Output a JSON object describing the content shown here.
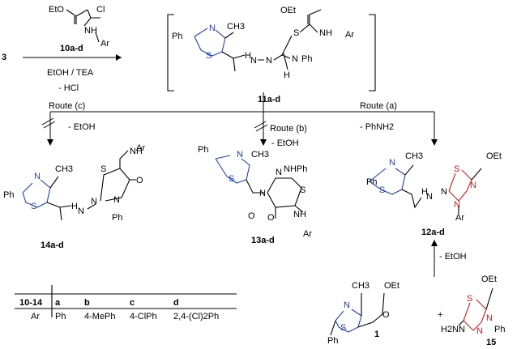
{
  "top": {
    "start_label": "3",
    "reagent_label": "10a-d",
    "conditions_1": "EtOH / TEA",
    "conditions_2": "- HCl",
    "r_ester": "EtO",
    "r_cl": "Cl",
    "r_nh": "NH",
    "r_ar": "Ar"
  },
  "intermediate": {
    "label": "11a-d",
    "ph": "Ph",
    "ch3": "CH3",
    "n": "N",
    "s": "S",
    "h1": "H",
    "n1": "N",
    "n2": "N",
    "s2": "S",
    "oet": "OEt",
    "nh": "NH",
    "ar": "Ar",
    "nph": "N",
    "phh": "Ph",
    "hh": "H"
  },
  "routes": {
    "a": "Route (a)",
    "a_cond": "- PhNH2",
    "b": "Route (b)",
    "b_cond": "- EtOH",
    "c": "Route (c)",
    "c_cond": "- EtOH"
  },
  "products": {
    "p14": "14a-d",
    "p13": "13a-d",
    "p12": "12a-d",
    "p1": "1",
    "p15": "15",
    "p12_cond": "- EtOH",
    "plus": "+",
    "ph": "Ph",
    "ar": "Ar",
    "nh": "NH",
    "nhph": "NHPh",
    "oet": "OEt",
    "ch3": "CH3",
    "h2n": "H2N",
    "n": "N",
    "s": "S",
    "o": "O",
    "h": "H"
  },
  "table": {
    "headers": [
      "10-14",
      "a",
      "b",
      "c",
      "d"
    ],
    "row": [
      "Ar",
      "Ph",
      "4-MePh",
      "4-ClPh",
      "2,4-(Cl)2Ph"
    ]
  }
}
